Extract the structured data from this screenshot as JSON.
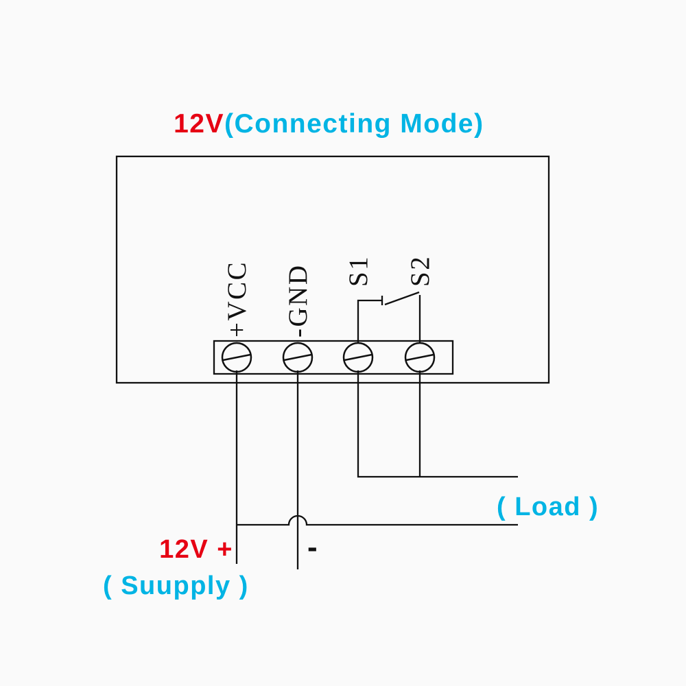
{
  "colors": {
    "red": "#e60013",
    "cyan": "#00b4e4",
    "line": "#111111",
    "background": "#fafafa"
  },
  "title": {
    "voltage": "12V",
    "mode": "(Connecting  Mode)"
  },
  "module": {
    "terminals": [
      {
        "id": "vcc",
        "label": "+VCC"
      },
      {
        "id": "gnd",
        "label": "-GND"
      },
      {
        "id": "s1",
        "label": "S1"
      },
      {
        "id": "s2",
        "label": "S2"
      }
    ]
  },
  "annotations": {
    "load": "( Load )",
    "supply_plus": "12V +",
    "supply_minus": "-",
    "supply": "( Suupply )"
  }
}
